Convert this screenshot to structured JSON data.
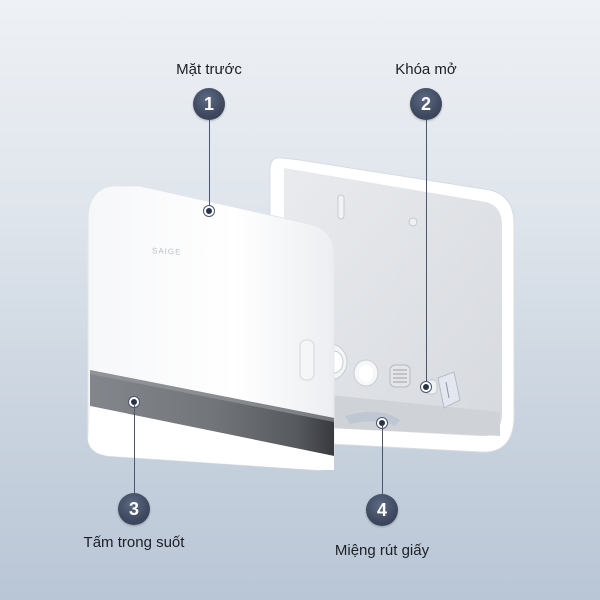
{
  "product": {
    "brand_logo": "SAIGE",
    "name": "paper towel dispenser exploded view"
  },
  "callouts": [
    {
      "number": "1",
      "label": "Mặt trước"
    },
    {
      "number": "2",
      "label": "Khóa mở"
    },
    {
      "number": "3",
      "label": "Tấm trong suốt"
    },
    {
      "number": "4",
      "label": "Miệng rút giấy"
    }
  ],
  "colors": {
    "badge": "#3e4960",
    "leader_line": "#4a5670",
    "background_top": "#eef1f5",
    "background_bottom": "#b9c6d6",
    "window_tint": "#5a5d62"
  }
}
